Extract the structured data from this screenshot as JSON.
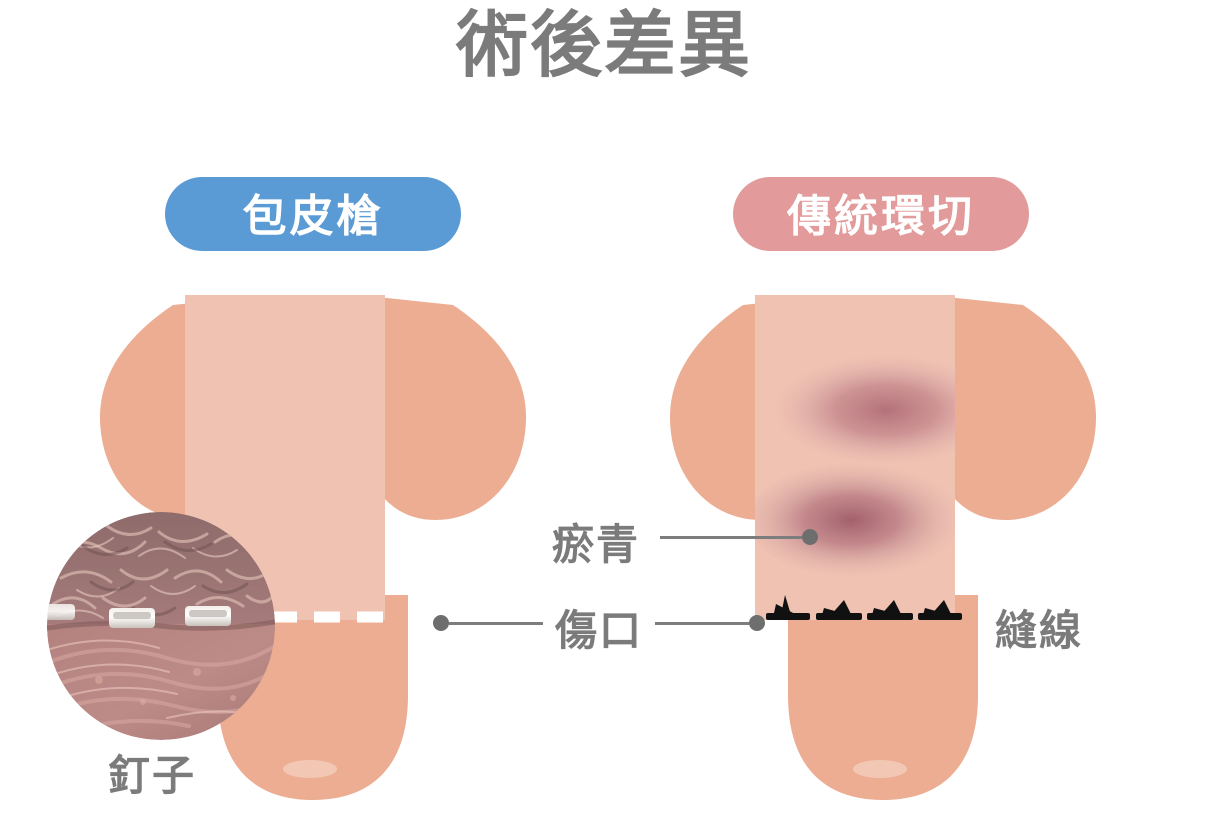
{
  "page": {
    "title": "術後差異",
    "background_color": "#ffffff",
    "title_color": "#7b7b7b"
  },
  "colors": {
    "badge_left": "#5b9bd5",
    "badge_right": "#e29a9a",
    "skin_base": "#ecad92",
    "skin_shaft": "#efc2b2",
    "bruise_core": "#a8636f",
    "bruise_mid": "#c08086",
    "connector_gray": "#7d7d7d",
    "dot_gray": "#6e6e6e",
    "suture_black": "#111111",
    "dash_white": "#ffffff",
    "text_gray": "#7b7b7b"
  },
  "panels": [
    {
      "id": "left",
      "badge_label": "包皮槍",
      "badge_color": "#5b9bd5",
      "wound_style": "dashed-line",
      "has_bruise": false,
      "has_sutures": false,
      "has_staple_photo": true
    },
    {
      "id": "right",
      "badge_label": "傳統環切",
      "badge_color": "#e29a9a",
      "wound_style": "sutures",
      "has_bruise": true,
      "has_sutures": true,
      "suture_count": 4,
      "bruise_count": 2,
      "has_staple_photo": false
    }
  ],
  "annotations": {
    "bruise": "瘀青",
    "wound": "傷口",
    "suture": "縫線",
    "staple": "釘子"
  }
}
